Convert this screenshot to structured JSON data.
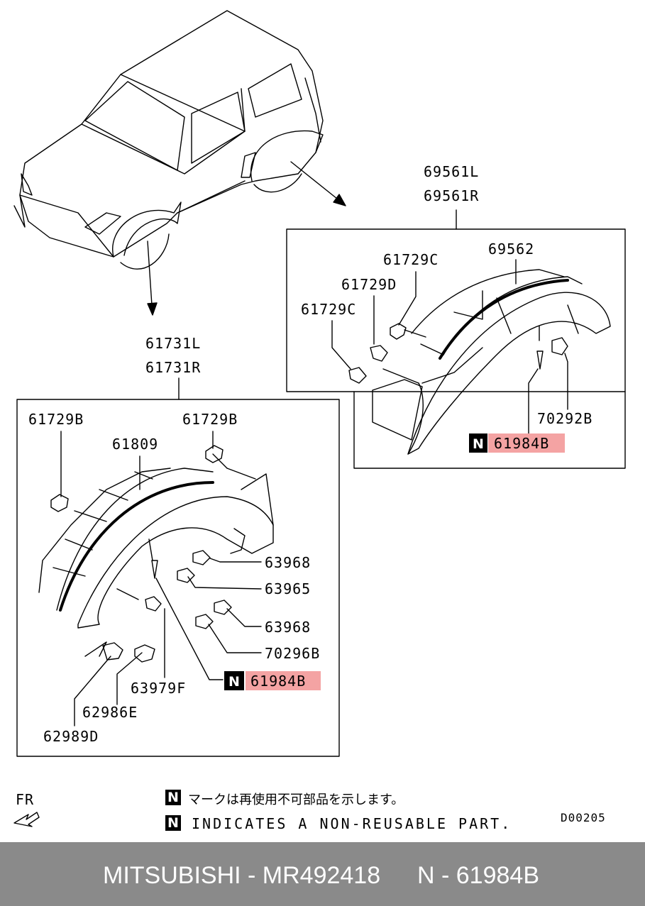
{
  "diagram": {
    "rear_group": {
      "numbers": [
        "69561L",
        "69561R"
      ],
      "parts": {
        "p69562": "69562",
        "p61729C_top": "61729C",
        "p61729D": "61729D",
        "p61729C_left": "61729C",
        "p70292B": "70292B",
        "p61984B": "61984B"
      }
    },
    "front_group": {
      "numbers": [
        "61731L",
        "61731R"
      ],
      "parts": {
        "p61729B_left": "61729B",
        "p61729B_right": "61729B",
        "p61809": "61809",
        "p63968_a": "63968",
        "p63965": "63965",
        "p63968_b": "63968",
        "p70296B": "70296B",
        "p61984B": "61984B",
        "p63979F": "63979F",
        "p62986E": "62986E",
        "p62989D": "62989D"
      }
    },
    "non_reusable_mark": "N",
    "highlight_color": "#f4a3a3",
    "fr_label": "FR",
    "note_jp": "マークは再使用不可部品を示します。",
    "note_en": "INDICATES A NON-REUSABLE PART.",
    "drawing_code": "D00205"
  },
  "footer": {
    "brand_text": "MITSUBISHI - MR492418",
    "part_text": "N - 61984B"
  }
}
